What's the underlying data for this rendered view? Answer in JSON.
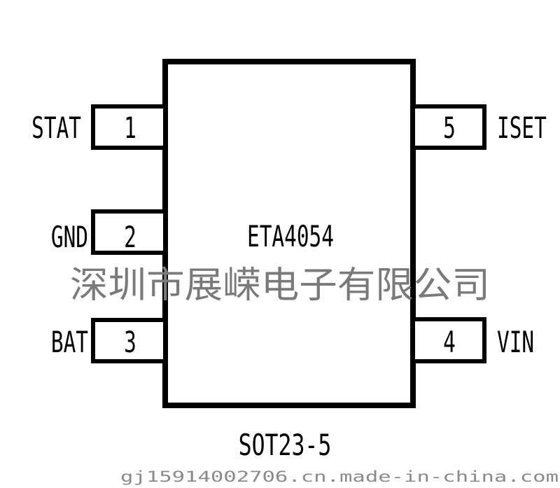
{
  "chip": {
    "name": "ETA4054",
    "package": "SOT23-5"
  },
  "pins": [
    {
      "number": "1",
      "name": "STAT"
    },
    {
      "number": "2",
      "name": "GND"
    },
    {
      "number": "3",
      "name": "BAT"
    },
    {
      "number": "4",
      "name": "VIN"
    },
    {
      "number": "5",
      "name": "ISET"
    }
  ],
  "watermark": {
    "company": "深圳市展嵘电子有限公司",
    "url": "gj15914002706.cn.made-in-china.com"
  }
}
